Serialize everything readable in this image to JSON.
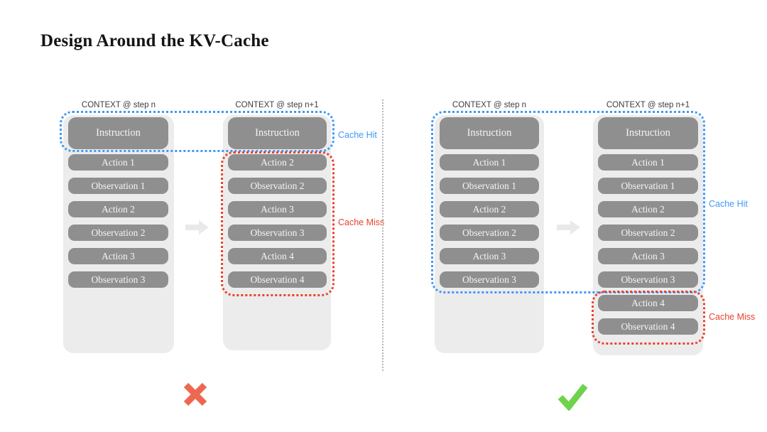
{
  "title": "Design Around the KV-Cache",
  "left_panel": {
    "verdict": "rejected",
    "step_n": {
      "header": "CONTEXT @ step n",
      "boxes": [
        "Instruction",
        "Action 1",
        "Observation 1",
        "Action 2",
        "Observation 2",
        "Action 3",
        "Observation 3"
      ]
    },
    "step_n1": {
      "header": "CONTEXT @ step n+1",
      "boxes": [
        "Instruction",
        "Action 2",
        "Observation 2",
        "Action 3",
        "Observation 3",
        "Action 4",
        "Observation 4"
      ]
    },
    "cache_hit_label": "Cache Hit",
    "cache_miss_label": "Cache Miss"
  },
  "right_panel": {
    "verdict": "approved",
    "step_n": {
      "header": "CONTEXT @ step n",
      "boxes": [
        "Instruction",
        "Action 1",
        "Observation 1",
        "Action 2",
        "Observation 2",
        "Action 3",
        "Observation 3"
      ]
    },
    "step_n1": {
      "header": "CONTEXT @ step n+1",
      "boxes": [
        "Instruction",
        "Action 1",
        "Observation 1",
        "Action 2",
        "Observation 2",
        "Action 3",
        "Observation 3",
        "Action 4",
        "Observation 4"
      ]
    },
    "cache_hit_label": "Cache Hit",
    "cache_miss_label": "Cache Miss"
  },
  "colors": {
    "box_bg": "#8f8f8f",
    "container_bg": "#ececec",
    "cache_hit": "#4198f7",
    "cache_miss": "#e8432e",
    "cross": "#ec6852",
    "check": "#6fd24b",
    "arrow": "#e9e9e9",
    "divider": "#b5b5b5"
  }
}
